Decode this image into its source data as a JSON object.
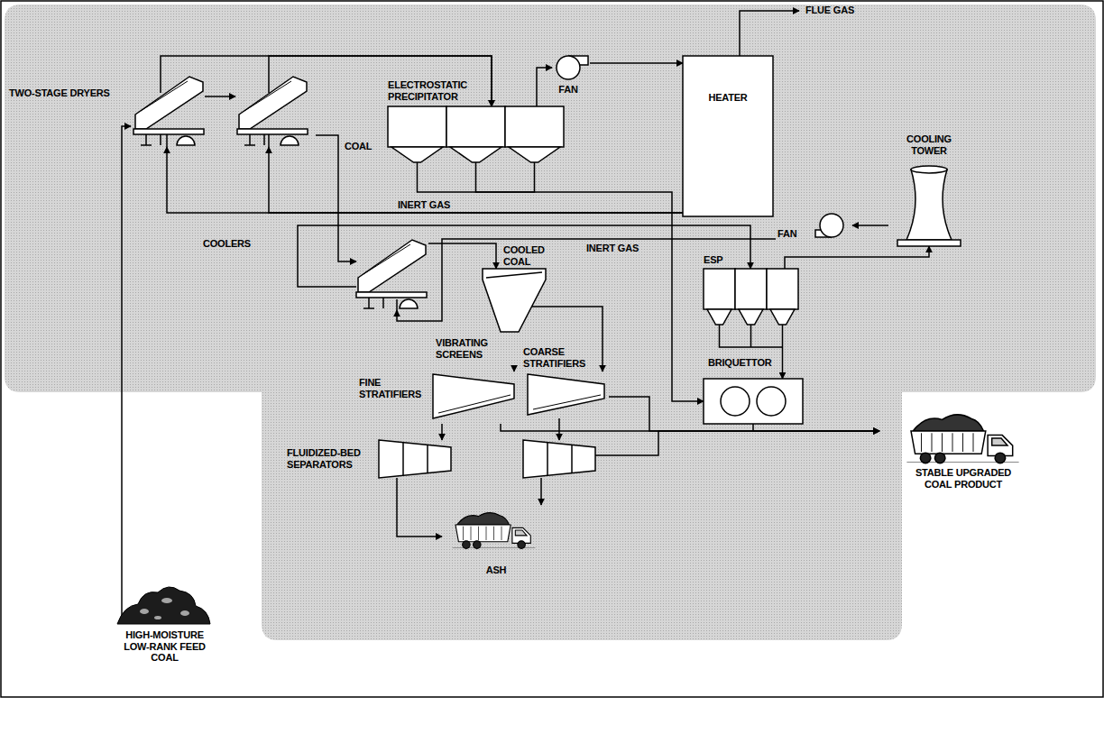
{
  "diagram": {
    "nodes": [
      {
        "text": [
          "HIGH-MOISTURE LOW-RANK FEED COAL"
        ]
      },
      {
        "text": [
          "TWO-STAGE DRYERS"
        ]
      },
      {
        "text": [
          "ELECTROSTATIC PRECIPITATOR"
        ]
      },
      {
        "text": [
          "FAN"
        ]
      },
      {
        "text": [
          "HEATER"
        ]
      },
      {
        "text": [
          "COOLING TOWER"
        ]
      },
      {
        "text": [
          "FAN"
        ]
      },
      {
        "text": [
          "COOLERS"
        ]
      },
      {
        "text": [
          "ESP"
        ]
      },
      {
        "text": [
          "VIBRATING SCREENS"
        ]
      },
      {
        "text": [
          "FINE STRATIFIERS"
        ]
      },
      {
        "text": [
          "COARSE STRATIFIERS"
        ]
      },
      {
        "text": [
          "BRIQUETTOR"
        ]
      },
      {
        "text": [
          "FLUIDIZED-BED SEPARATORS"
        ]
      },
      {
        "text": [
          "STABLE UPGRADED COAL PRODUCT"
        ]
      },
      {
        "text": [
          "ASH"
        ]
      }
    ],
    "edges": [
      {
        "from": 0,
        "to": 1,
        "arrow": "to"
      },
      {
        "from": 1,
        "to": 2,
        "arrow": "to"
      },
      {
        "from": 1,
        "to": 2,
        "arrow": "to"
      },
      {
        "from": 2,
        "to": 3,
        "arrow": "to"
      },
      {
        "from": 3,
        "to": 4,
        "arrow": "to"
      },
      {
        "from": 4,
        "to": 1,
        "label": "INERT GAS",
        "arrow": "to"
      },
      {
        "from": 4,
        "to": 1,
        "arrow": "to"
      },
      {
        "from": 1,
        "to": 7,
        "label": "COAL",
        "arrow": "to"
      },
      {
        "from": 5,
        "to": 6,
        "arrow": "to"
      },
      {
        "from": 6,
        "to": 7,
        "label": "INERT GAS",
        "arrow": "to"
      },
      {
        "from": 7,
        "to": 8,
        "arrow": "to"
      },
      {
        "from": 7,
        "to": 9,
        "label": "COOLED COAL",
        "arrow": "to"
      },
      {
        "from": 8,
        "to": 5,
        "arrow": "to"
      },
      {
        "from": 2,
        "to": 12,
        "arrow": "to"
      },
      {
        "from": 8,
        "to": 12,
        "arrow": "to"
      },
      {
        "from": 9,
        "to": 10,
        "arrow": "to"
      },
      {
        "from": 9,
        "to": 11,
        "arrow": "to"
      },
      {
        "from": 10,
        "to": 13,
        "arrow": "to"
      },
      {
        "from": 11,
        "to": 13,
        "arrow": "to"
      },
      {
        "from": 10,
        "to": 14,
        "arrow": "to"
      },
      {
        "from": 11,
        "to": 14,
        "arrow": "to"
      },
      {
        "from": 13,
        "to": 14,
        "arrow": "to"
      },
      {
        "from": 12,
        "to": 14,
        "arrow": "to"
      },
      {
        "from": 13,
        "to": 15,
        "arrow": "to"
      },
      {
        "from": 13,
        "to": 15,
        "arrow": "to"
      }
    ],
    "labels": [
      "FLUE GAS"
    ]
  }
}
